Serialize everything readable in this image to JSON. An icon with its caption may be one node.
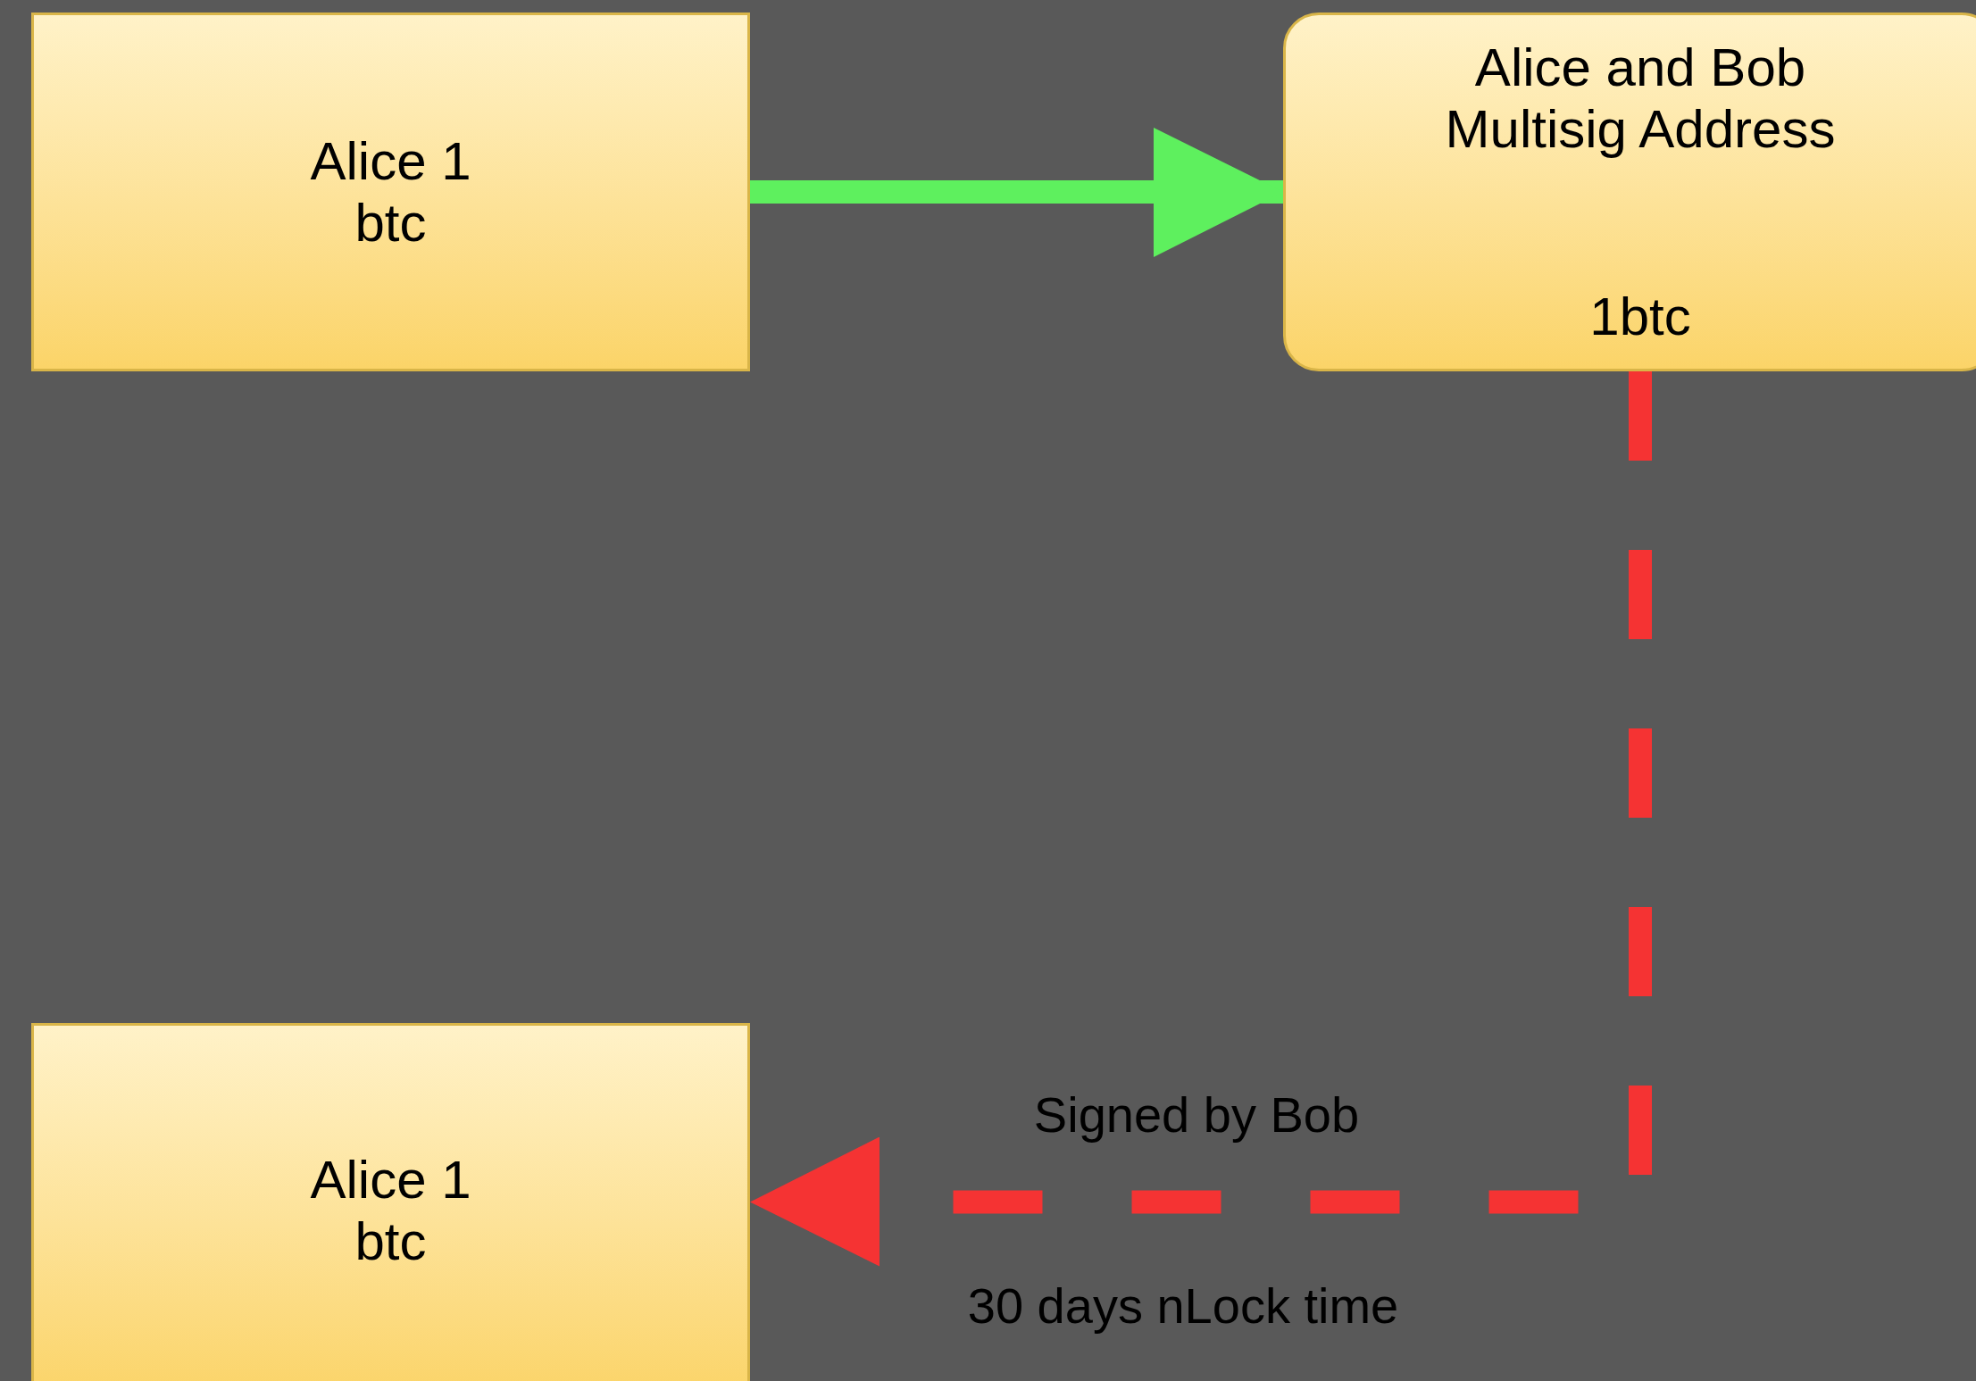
{
  "diagram": {
    "nodes": [
      {
        "text": [
          "Alice 1 btc"
        ]
      },
      {
        "text": [
          "Alice and Bob Multisig Address",
          "1btc"
        ]
      },
      {
        "text": [
          "Alice 1 btc"
        ]
      }
    ],
    "edges": [
      {
        "from": 0,
        "to": 1,
        "arrow": "to",
        "color": "#5ef05e"
      },
      {
        "from": 1,
        "to": 2,
        "arrow": "to",
        "style": "dashed",
        "color": "#f53333",
        "label": "Signed by Bob"
      }
    ],
    "labels": [
      "30 days nLock time"
    ]
  }
}
